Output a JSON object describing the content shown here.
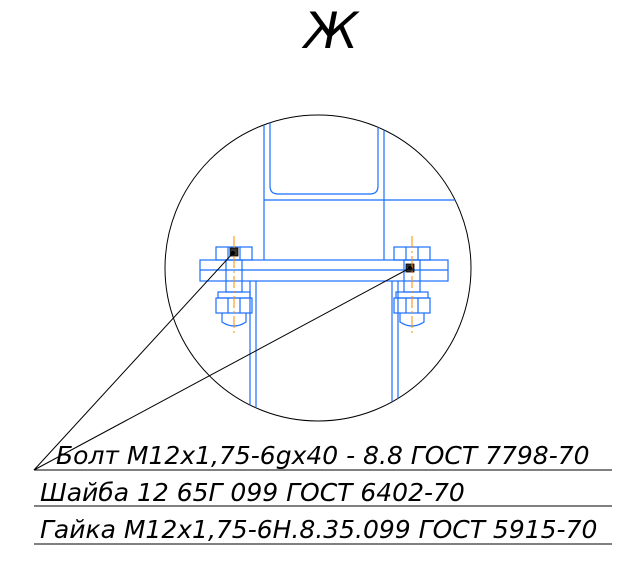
{
  "view": {
    "letter": "Ж"
  },
  "callouts": {
    "bolt": "Болт М12х1,75-6gх40 - 8.8 ГОСТ 7798-70",
    "washer": "Шайба 12 65Г 099 ГОСТ 6402-70",
    "nut": "Гайка М12х1,75-6Н.8.35.099 ГОСТ 5915-70"
  },
  "colors": {
    "outline": "#000000",
    "part_edges": "#1a6fff",
    "centerline": "#ff8800"
  }
}
